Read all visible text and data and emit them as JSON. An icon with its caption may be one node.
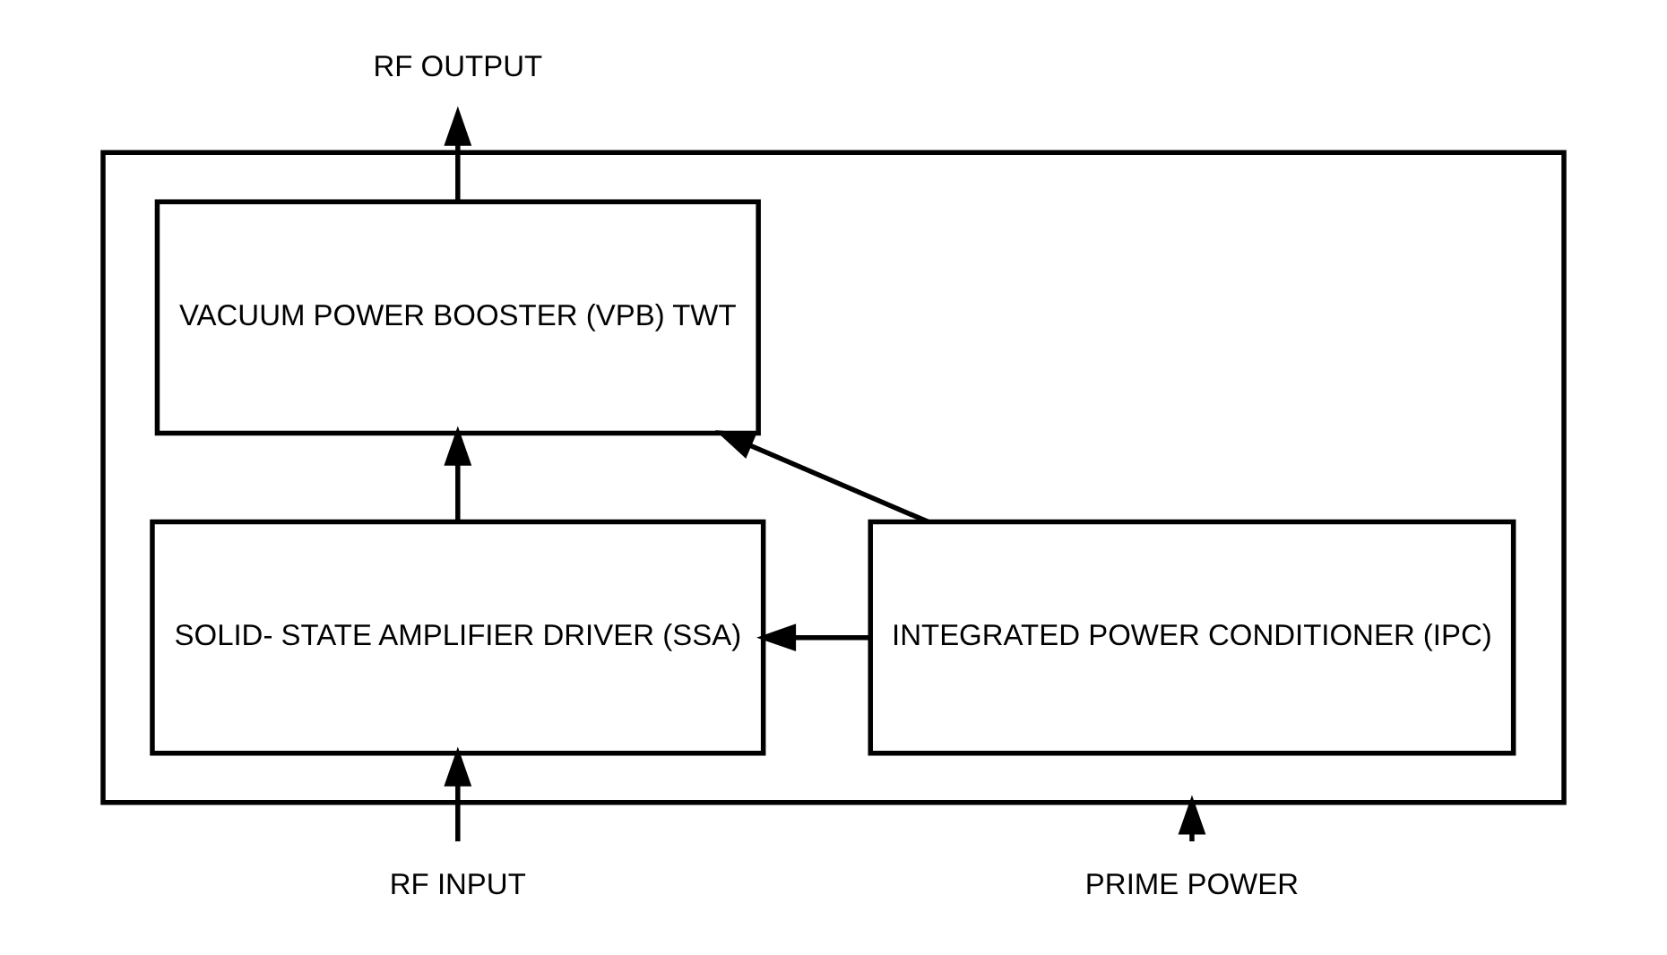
{
  "diagram": {
    "nodes": [
      {
        "text": [],
        "shape": "box"
      },
      {
        "text": [
          "VACUUM POWER BOOSTER (VPB) TWT"
        ],
        "in": 0
      },
      {
        "text": [
          "SOLID- STATE AMPLIFIER DRIVER (SSA)"
        ],
        "in": 0
      },
      {
        "text": [
          "INTEGRATED POWER CONDITIONER (IPC)"
        ],
        "in": 0
      },
      {
        "text": [
          "RF OUTPUT"
        ]
      },
      {
        "text": [
          "RF INPUT"
        ]
      },
      {
        "text": [
          "PRIME POWER"
        ]
      }
    ],
    "edges": [
      {
        "from": 5,
        "to": 2,
        "arrow": "to"
      },
      {
        "from": 2,
        "to": 1,
        "arrow": "to"
      },
      {
        "from": 1,
        "to": 4,
        "arrow": "to"
      },
      {
        "from": 3,
        "to": 1,
        "arrow": "to"
      },
      {
        "from": 3,
        "to": 2,
        "arrow": "to"
      },
      {
        "from": 6,
        "to": 0,
        "arrow": "to"
      }
    ]
  }
}
